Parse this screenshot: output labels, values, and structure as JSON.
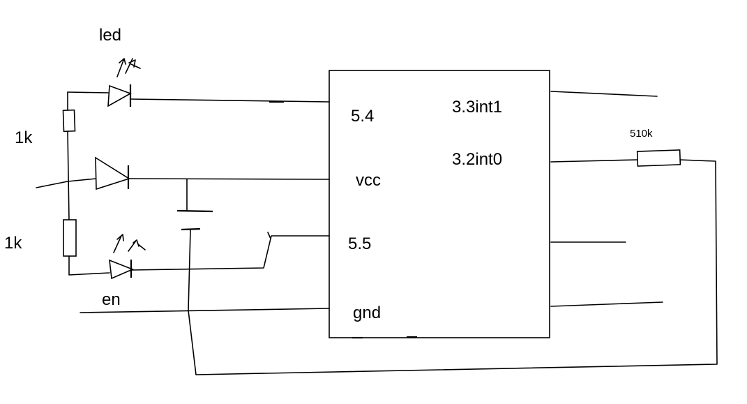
{
  "labels": {
    "led": "led",
    "r1": "1k",
    "r2": "1k",
    "en": "en",
    "r3": "510k"
  },
  "chip_pins": {
    "p54": "5.4",
    "vcc": "vcc",
    "p55": "5.5",
    "gnd": "gnd",
    "p33": "3.3int1",
    "p32": "3.2int0"
  }
}
